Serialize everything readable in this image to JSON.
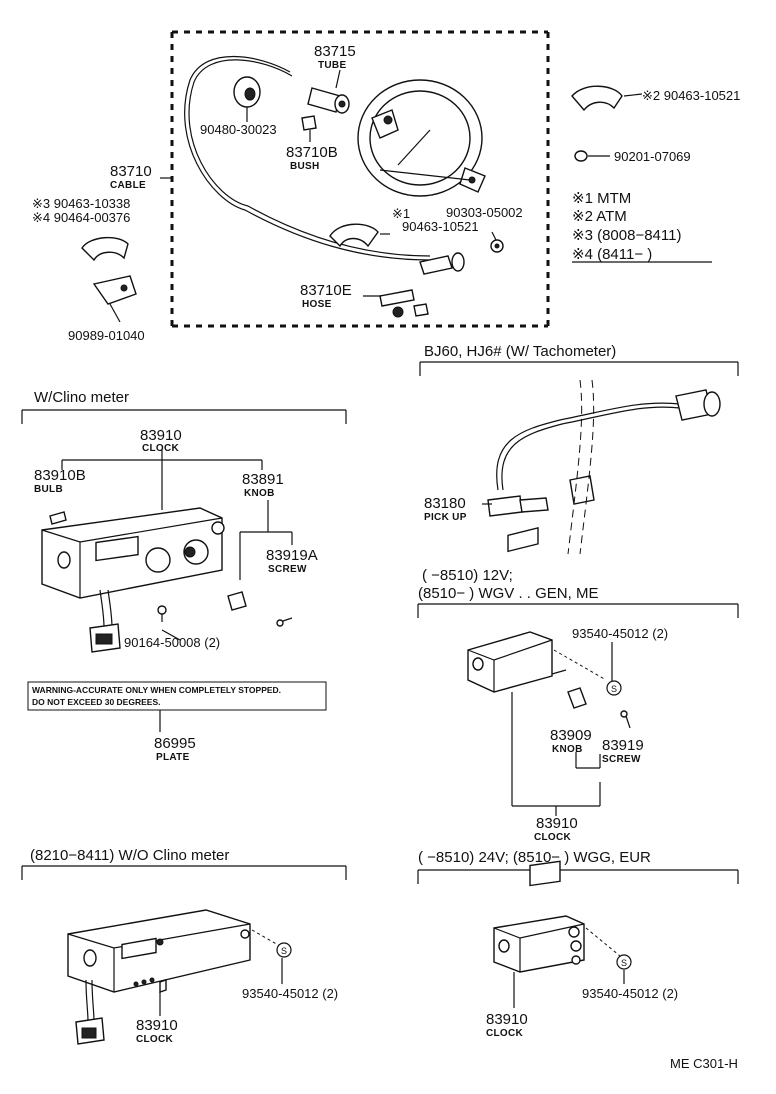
{
  "top": {
    "tube": {
      "num": "83715",
      "name": "TUBE"
    },
    "grommet": "90480-30023",
    "bush": {
      "num": "83710B",
      "name": "BUSH"
    },
    "cable": {
      "num": "83710",
      "name": "CABLE"
    },
    "clamp_a": "※3 90463-10338",
    "clamp_b": "※4 90464-00376",
    "bracket": "90989-01040",
    "clamp_c_mark": "※1",
    "clamp_c": "90463-10521",
    "washer": "90303-05002",
    "hose": {
      "num": "83710E",
      "name": "HOSE"
    },
    "clamp_d": "※2 90463-10521",
    "nut": "90201-07069"
  },
  "legend": [
    "※1 MTM",
    "※2 ATM",
    "※3 (8008−8411)",
    "※4 (8411−        )"
  ],
  "tacho": {
    "header": "BJ60, HJ6# (W/ Tachometer)",
    "pickup": {
      "num": "83180",
      "name": "PICK UP"
    }
  },
  "clino": {
    "header": "W/Clino meter",
    "clock": {
      "num": "83910",
      "name": "CLOCK"
    },
    "bulb": {
      "num": "83910B",
      "name": "BULB"
    },
    "knob": {
      "num": "83891",
      "name": "KNOB"
    },
    "screw": {
      "num": "83919A",
      "name": "SCREW"
    },
    "bolt": "90164-50008 (2)",
    "warning_line1": "WARNING-ACCURATE ONLY WHEN COMPLETELY STOPPED.",
    "warning_line2": "DO NOT EXCEED 30 DEGREES.",
    "plate": {
      "num": "86995",
      "name": "PLATE"
    }
  },
  "v12": {
    "header1": "(        −8510) 12V;",
    "header2": "(8510−          ) WGV . . GEN, ME",
    "screw_s": "93540-45012 (2)",
    "knob": {
      "num": "83909",
      "name": "KNOB"
    },
    "screw": {
      "num": "83919",
      "name": "SCREW"
    },
    "clock": {
      "num": "83910",
      "name": "CLOCK"
    }
  },
  "woclino": {
    "header": "(8210−8411) W/O  Clino meter",
    "screw_s": "93540-45012 (2)",
    "clock": {
      "num": "83910",
      "name": "CLOCK"
    }
  },
  "v24": {
    "header": "(        −8510) 24V; (8510−          ) WGG, EUR",
    "screw_s": "93540-45012 (2)",
    "clock": {
      "num": "83910",
      "name": "CLOCK"
    }
  },
  "s_mark": "S",
  "footer": "ME  C301-H"
}
